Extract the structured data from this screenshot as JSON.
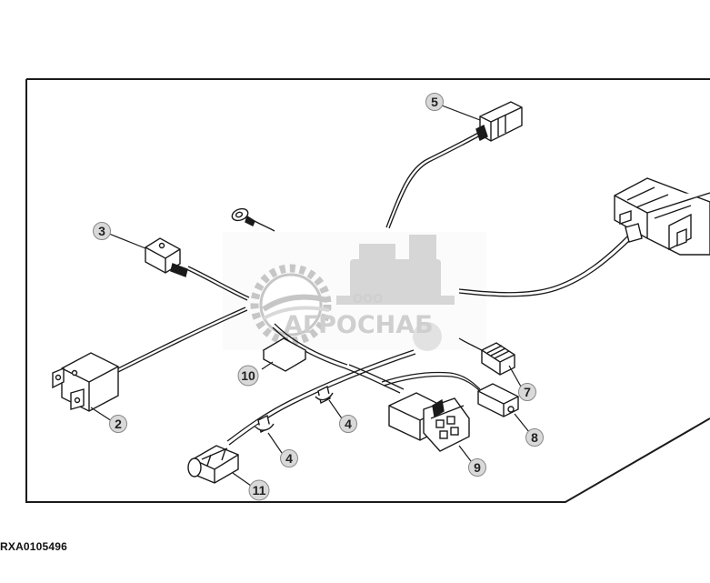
{
  "figure_id": "RXA0105496",
  "watermark": {
    "company_prefix": "ООО",
    "company_name": "АГРОСНАБ"
  },
  "callouts": [
    {
      "id": "callout-2",
      "label": "2"
    },
    {
      "id": "callout-3",
      "label": "3"
    },
    {
      "id": "callout-4a",
      "label": "4"
    },
    {
      "id": "callout-4b",
      "label": "4"
    },
    {
      "id": "callout-5",
      "label": "5"
    },
    {
      "id": "callout-7",
      "label": "7"
    },
    {
      "id": "callout-8",
      "label": "8"
    },
    {
      "id": "callout-9",
      "label": "9"
    },
    {
      "id": "callout-10",
      "label": "10"
    },
    {
      "id": "callout-11",
      "label": "11"
    }
  ],
  "colors": {
    "line": "#1a1a1a",
    "callout_fill": "#d9d9d9",
    "watermark": "#b0b0b0"
  }
}
